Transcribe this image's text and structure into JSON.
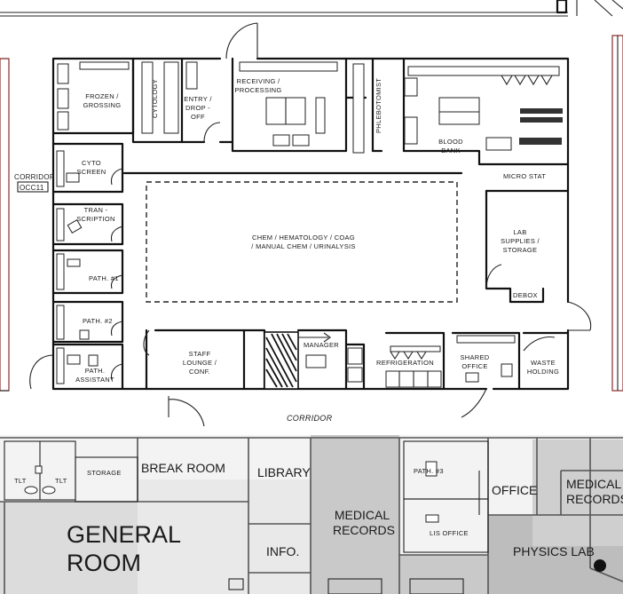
{
  "rooms": {
    "frozen_grossing": [
      "FROZEN /",
      "GROSSING"
    ],
    "cytology": "CYTOLOGY",
    "entry_drop_off": [
      "ENTRY /",
      "DROP -",
      "OFF"
    ],
    "receiving_processing": [
      "RECEIVING /",
      "PROCESSING"
    ],
    "phlebotomist": "PHLEBOTOMIST",
    "blood_bank": [
      "BLOOD",
      "BANK"
    ],
    "micro_stat": "MICRO STAT",
    "cyto_screen": [
      "CYTO",
      "SCREEN"
    ],
    "transcription": [
      "TRAN -",
      "SCRIPTION"
    ],
    "path_1": "PATH. #1",
    "path_2": "PATH. #2",
    "path_assistant": [
      "PATH.",
      "ASSISTANT"
    ],
    "central_lab": [
      "CHEM / HEMATOLOGY / COAG",
      "/ MANUAL CHEM / URINALYSIS"
    ],
    "lab_supplies": [
      "LAB",
      "SUPPLIES /",
      "STORAGE"
    ],
    "debox": "DEBOX",
    "staff_lounge": [
      "STAFF",
      "LOUNGE /",
      "CONF."
    ],
    "manager": "MANAGER",
    "refrigeration": "REFRIGERATION",
    "shared_office": [
      "SHARED",
      "OFFICE"
    ],
    "waste_holding": [
      "WASTE",
      "HOLDING"
    ],
    "corridor_west": "CORRIDOR",
    "corridor_west_code": "OCC11",
    "corridor_south": "CORRIDOR",
    "tlt_1": "TLT",
    "tlt_2": "TLT",
    "storage": "STORAGE",
    "break_room": "BREAK ROOM",
    "library": "LIBRARY",
    "general_room": [
      "GENERAL",
      "ROOM"
    ],
    "info": "INFO.",
    "medical_records_1": [
      "MEDICAL",
      "RECORDS"
    ],
    "path_3": "PATH. #3",
    "lis_office": "LIS OFFICE",
    "office": "OFFICE",
    "medical_records_2": [
      "MEDICAL",
      "RECORDS"
    ],
    "physics_lab": "PHYSICS LAB"
  }
}
